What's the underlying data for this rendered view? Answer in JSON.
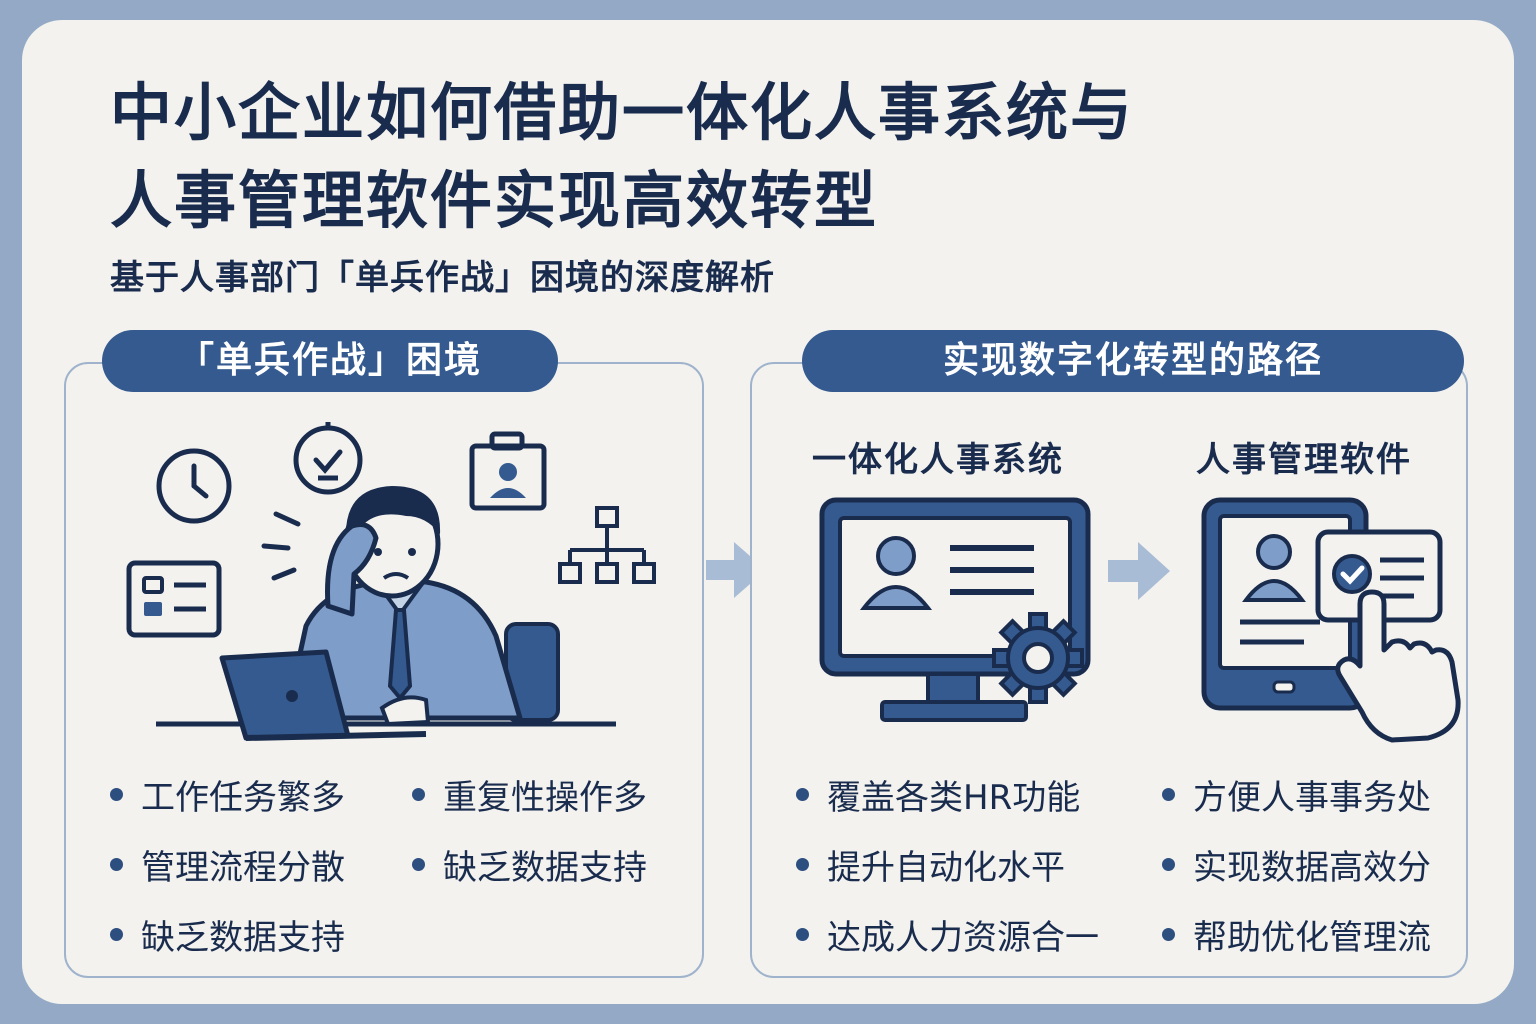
{
  "title": {
    "line1": "中小企业如何借助一体化人事系统与",
    "line2": "人事管理软件实现高效转型"
  },
  "subtitle": "基于人事部门「单兵作战」困境的深度解析",
  "left_panel": {
    "heading": "「单兵作战」困境",
    "bullets": [
      "工作任务繁多",
      "重复性操作多",
      "管理流程分散",
      "缺乏数据支持",
      "缺乏数据支持"
    ]
  },
  "right_panel": {
    "heading": "实现数字化转型的路径",
    "system_heading": "一体化人事系统",
    "software_heading": "人事管理软件",
    "system_bullets": [
      "覆盖各类HR功能",
      "提升自动化水平",
      "达成人力资源合一"
    ],
    "software_bullets": [
      "方便人事事务处",
      "实现数据高效分",
      "帮助优化管理流"
    ]
  },
  "icons": {
    "clock": "clock-icon",
    "timer": "timer-icon",
    "badge": "id-badge-icon",
    "org_chart": "org-chart-icon",
    "id_card": "id-card-icon",
    "stressed_worker": "stressed-worker-illustration",
    "monitor": "monitor-profile-icon",
    "gear": "gear-icon",
    "tablet": "tablet-profile-icon",
    "tap_hand": "tap-hand-icon"
  },
  "colors": {
    "background": "#93a9c6",
    "card": "#f3f2ee",
    "primary": "#345a8f",
    "dark": "#1a2c4e",
    "light_blue": "#7e9dc9"
  }
}
